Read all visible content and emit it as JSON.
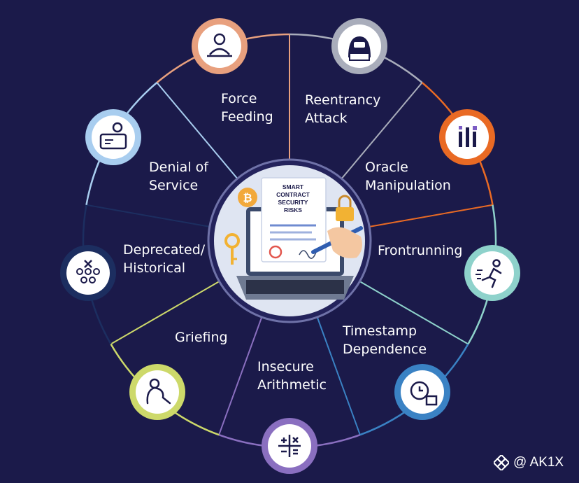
{
  "title": "SMART\nCONTRACT\nSECURITY\nRISKS",
  "segments": [
    {
      "label": "Force\nFeeding",
      "icon": "person-at-desk-icon",
      "color": "#e8a07e"
    },
    {
      "label": "Reentrancy\nAttack",
      "icon": "hacker-icon",
      "color": "#a9adbb"
    },
    {
      "label": "Oracle\nManipulation",
      "icon": "oracle-logo-icon",
      "color": "#e96a24"
    },
    {
      "label": "Frontrunning",
      "icon": "running-person-icon",
      "color": "#8ed2cb"
    },
    {
      "label": "Timestamp\nDependence",
      "icon": "clock-stamp-icon",
      "color": "#3a82c4"
    },
    {
      "label": "Insecure\nArithmetic",
      "icon": "calculator-icon",
      "color": "#8a6fc0"
    },
    {
      "label": "Griefing",
      "icon": "grieving-person-icon",
      "color": "#cdd96a"
    },
    {
      "label": "Deprecated/\nHistorical",
      "icon": "crowd-icon",
      "color": "#1c2e60"
    },
    {
      "label": "Denial of\nService",
      "icon": "support-agent-icon",
      "color": "#a8cdef"
    }
  ],
  "watermark": "@ AK1X"
}
